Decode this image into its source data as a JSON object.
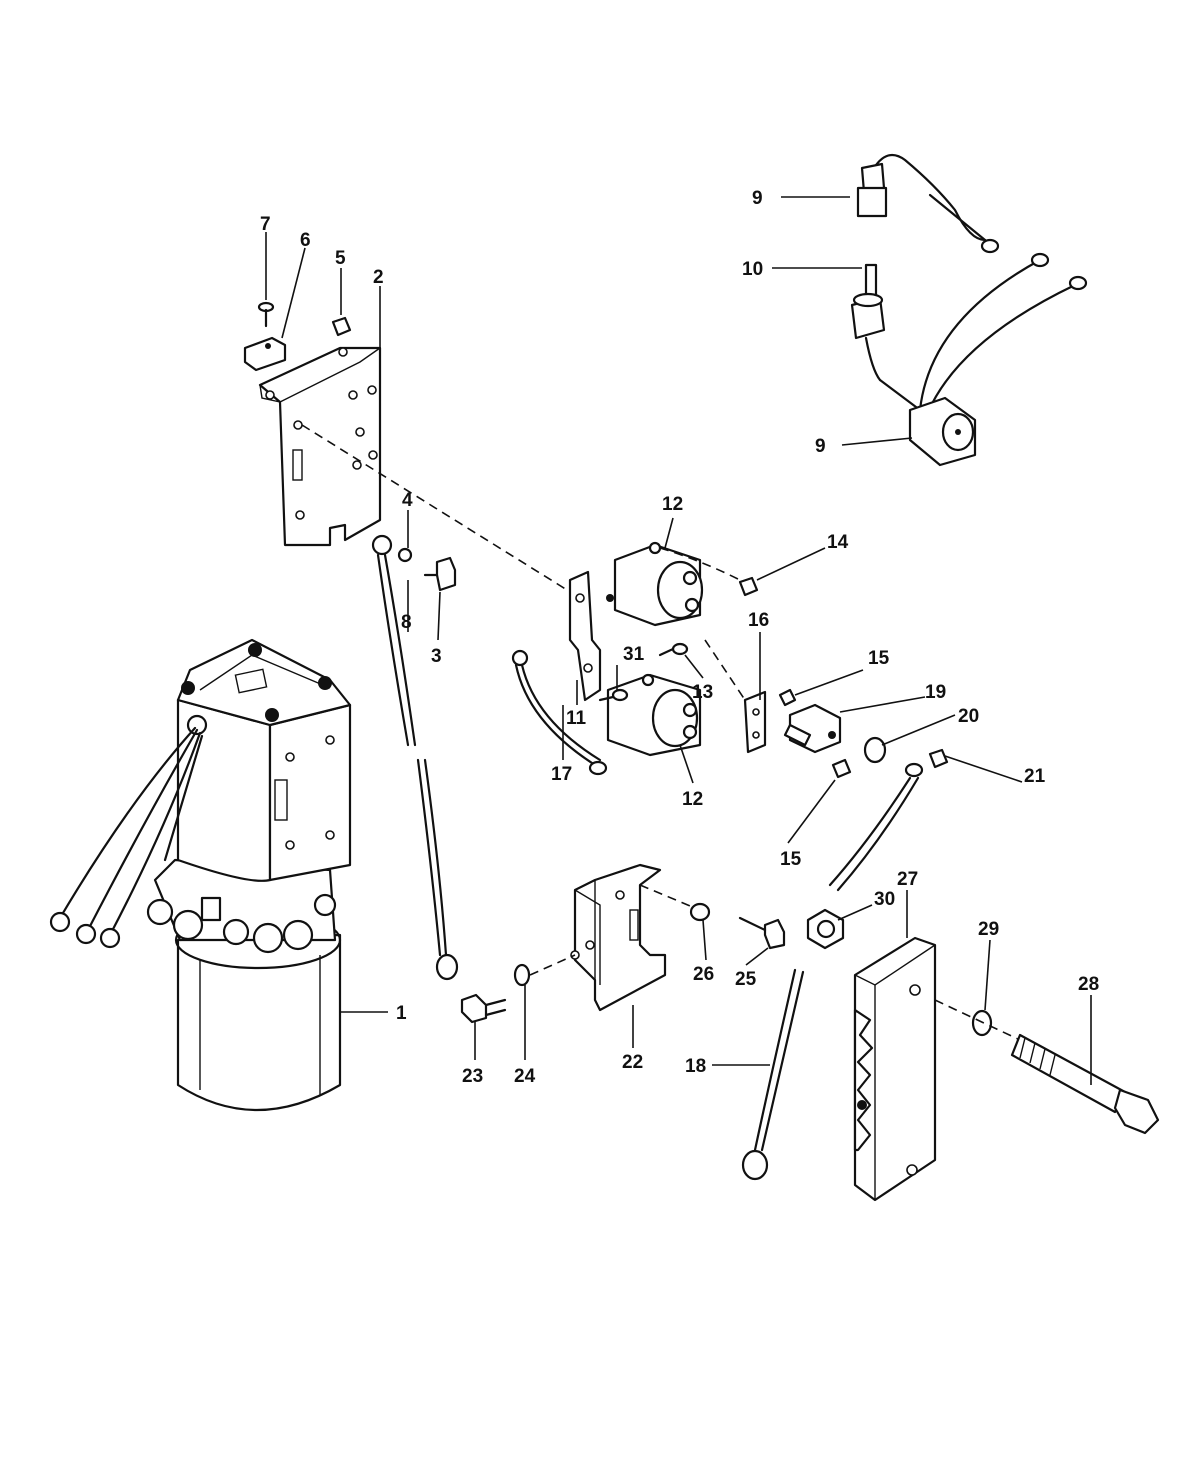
{
  "callouts": {
    "c1": "1",
    "c2": "2",
    "c3": "3",
    "c4": "4",
    "c5": "5",
    "c6": "6",
    "c7": "7",
    "c8": "8",
    "c9a": "9",
    "c9b": "9",
    "c10": "10",
    "c11": "11",
    "c12a": "12",
    "c12b": "12",
    "c13": "13",
    "c14": "14",
    "c15a": "15",
    "c15b": "15",
    "c16": "16",
    "c17": "17",
    "c18": "18",
    "c19": "19",
    "c20": "20",
    "c21": "21",
    "c22": "22",
    "c23": "23",
    "c24": "24",
    "c25": "25",
    "c26": "26",
    "c27": "27",
    "c28": "28",
    "c29": "29",
    "c30": "30",
    "c31": "31"
  }
}
